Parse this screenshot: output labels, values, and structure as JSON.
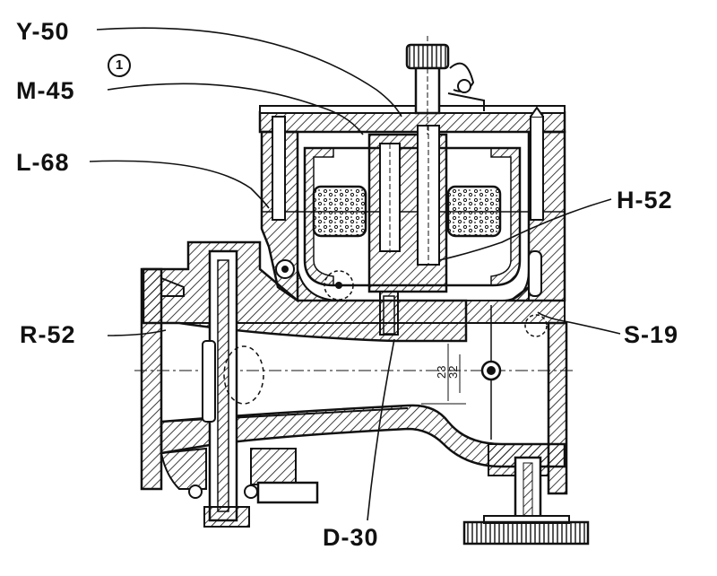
{
  "callouts": {
    "y50": "Y-50",
    "m45": "M-45",
    "m45_note": "1",
    "l68": "L-68",
    "h52": "H-52",
    "r52": "R-52",
    "s19": "S-19",
    "d30": "D-30"
  },
  "dimensions": {
    "inner": "23",
    "outer": "32"
  },
  "colors": {
    "ink": "#111111",
    "paper": "#ffffff"
  }
}
